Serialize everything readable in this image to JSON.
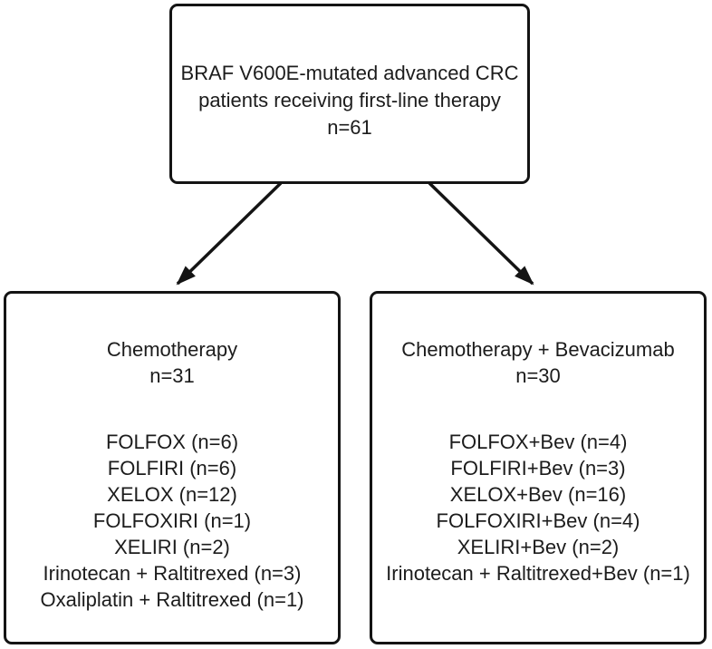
{
  "diagram": {
    "name": "BRAF V600E-mutated advanced CRC first-line therapy patient flow",
    "colors": {
      "text": "#1c1c1c",
      "border": "#141414",
      "arrow": "#141414",
      "background": "#ffffff"
    },
    "top_box": {
      "lines": [
        "BRAF V600E-mutated advanced CRC",
        "patients receiving first-line therapy",
        "n=61"
      ]
    },
    "left_box": {
      "title": "Chemotherapy",
      "count": "n=31",
      "items": [
        "FOLFOX (n=6)",
        "FOLFIRI (n=6)",
        "XELOX (n=12)",
        "FOLFOXIRI (n=1)",
        "XELIRI (n=2)",
        "Irinotecan + Raltitrexed (n=3)",
        "Oxaliplatin + Raltitrexed (n=1)"
      ]
    },
    "right_box": {
      "title": "Chemotherapy + Bevacizumab",
      "count": "n=30",
      "items": [
        "FOLFOX+Bev (n=4)",
        "FOLFIRI+Bev (n=3)",
        "XELOX+Bev (n=16)",
        "FOLFOXIRI+Bev (n=4)",
        "XELIRI+Bev (n=2)",
        "Irinotecan + Raltitrexed+Bev (n=1)"
      ]
    }
  }
}
